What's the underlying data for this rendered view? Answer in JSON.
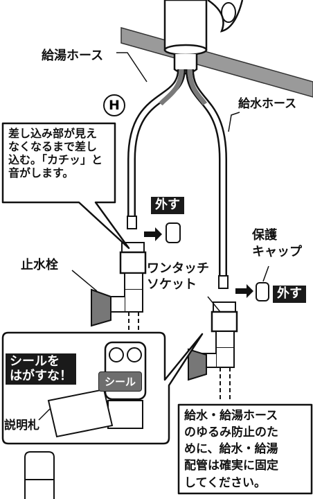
{
  "labels": {
    "hot_hose": "給湯ホース",
    "cold_hose": "給水ホース",
    "hot_mark": "H",
    "insert_note": "差し込み部が見え\nなくなるまで差し\n込む。「カチッ」と\n音がします。",
    "remove_top": "外す",
    "protect_cap": "保護\nキャップ",
    "remove_right": "外す",
    "stop_valve": "止水栓",
    "one_touch": "ワンタッチ\nソケット",
    "seal_warning": "シールを\nはがすな！",
    "seal": "シール",
    "tag": "説明札",
    "fix_note": "給水・給湯ホース\nのゆるみ防止のた\nめに、給水・給湯\n配管は確実に固定\nしてください。"
  },
  "icons": [
    "arrow-right-icon",
    "cap-icon",
    "hot-water-mark-icon"
  ]
}
